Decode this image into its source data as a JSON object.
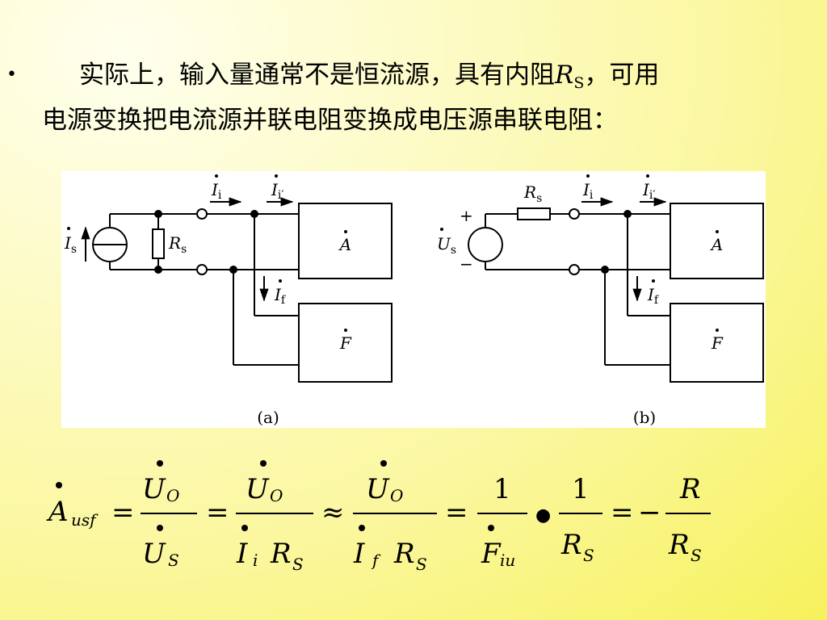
{
  "slide": {
    "bullet": "•",
    "line1_pre": "实际上，输入量通常不是恒流源，具有内阻",
    "rs_symbol": "R",
    "rs_subscript": "S",
    "line1_post": "，可用",
    "line2": "电源变换把电流源并联电阻变换成电压源串联电阻："
  },
  "figure": {
    "caption_a": "(a)",
    "caption_b": "(b)",
    "is_main": "I",
    "is_sub": "s",
    "us_main": "U",
    "us_sub": "s",
    "rs_main": "R",
    "rs_sub": "s",
    "ii_main": "I",
    "ii_sub": "i",
    "ii_prime_main": "I",
    "ii_prime_sub": "i′",
    "if_main": "I",
    "if_sub": "f",
    "amp_block": "A",
    "fb_block": "F",
    "plus": "+",
    "minus": "−"
  },
  "formula": {
    "lhs_symbol": "A",
    "lhs_sub": "usf",
    "uo": "U",
    "o_sub": "O",
    "us": "U",
    "s_sub": "S",
    "ii": "I",
    "i_sub": "i",
    "if_sym": "I",
    "f_sub": "f",
    "rs": "R",
    "rs_sub": "S",
    "one": "1",
    "fiu": "F",
    "iu_sub": "iu",
    "r": "R",
    "eq": "=",
    "approx": "≈",
    "bullet": "●",
    "neg": "−"
  }
}
